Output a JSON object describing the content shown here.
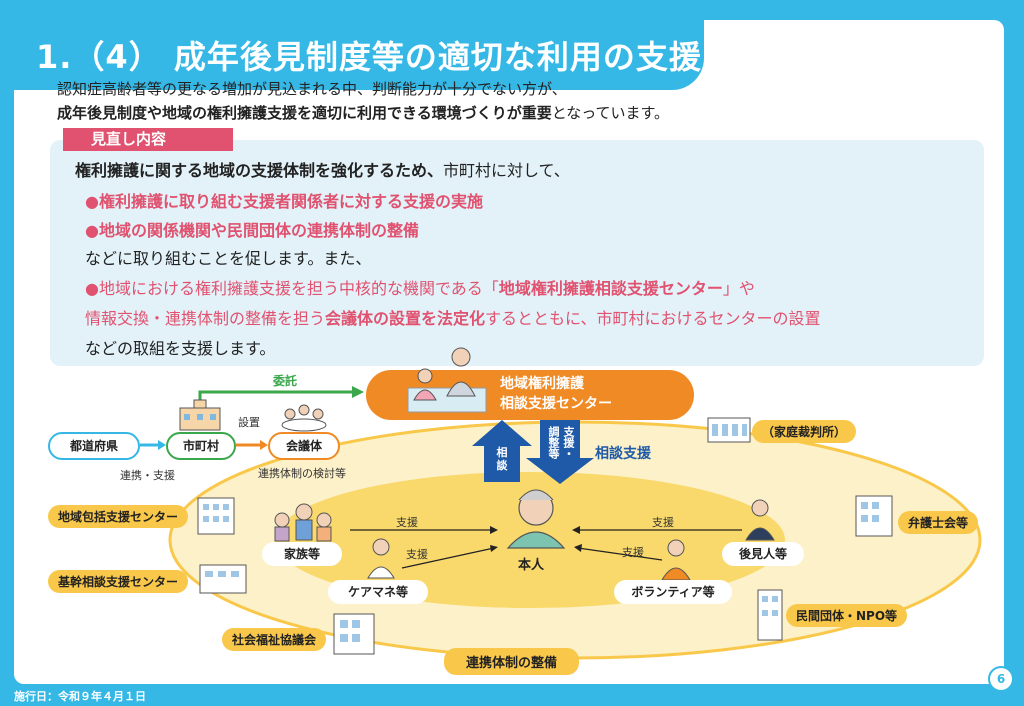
{
  "header": {
    "title": "1.（4） 成年後見制度等の適切な利用の支援"
  },
  "intro": {
    "line1": "認知症高齢者等の更なる増加が見込まれる中、判断能力が十分でない方が、",
    "line2_bold": "成年後見制度や地域の権利擁護支援を適切に利用できる環境づくりが重要",
    "line2_rest": "となっています。"
  },
  "review": {
    "label": "見直し内容",
    "line1_bold": "権利擁護に関する地域の支援体制を強化するため、",
    "line1_rest": "市町村に対して、",
    "bullet1": "●権利擁護に取り組む支援者関係者に対する支援の実施",
    "bullet2": "●地域の関係機関や民間団体の連携体制の整備",
    "line4": "などに取り組むことを促します。また、",
    "line5_a": "●地域における権利擁護支援を担う中核的な機関である「",
    "line5_b": "地域権利擁護相談支援センター",
    "line5_c": "」や",
    "line6_a": "情報交換・連携体制の整備を担う",
    "line6_b": "会議体の設置を法定化",
    "line6_c": "するとともに、市町村におけるセンターの設置",
    "line7": "などの取組を支援します。"
  },
  "diagram": {
    "center_line1": "地域権利擁護",
    "center_line2": "相談支援センター",
    "consult_up": "相談",
    "coordinate_down_1": "支援・",
    "coordinate_down_2": "調整等",
    "consult_support": "相談支援",
    "commission": "委託",
    "prefecture": "都道府県",
    "municipality": "市町村",
    "council": "会議体",
    "install": "設置",
    "cooperation_support": "連携・支援",
    "council_note": "連携体制の検討等",
    "family_court": "（家庭裁判所）",
    "comprehensive_center": "地域包括支援センター",
    "core_consult_center": "基幹相談支援センター",
    "social_welfare": "社会福祉協議会",
    "lawyers": "弁護士会等",
    "private_npo": "民間団体・NPO等",
    "network": "連携体制の整備",
    "person": "本人",
    "family": "家族等",
    "care_manager": "ケアマネ等",
    "guardian": "後見人等",
    "volunteer": "ボランティア等",
    "support_1": "支援",
    "support_2": "支援",
    "support_3": "支援",
    "support_4": "支援"
  },
  "footer": {
    "effective_date": "施行日：令和９年４月１日",
    "page": "6"
  },
  "colors": {
    "accent_blue": "#36b8e6",
    "pink": "#e0526f",
    "orange": "#f08a24",
    "yellow": "#f9c84a",
    "navy": "#1f5aa8",
    "green": "#3aa84a"
  }
}
